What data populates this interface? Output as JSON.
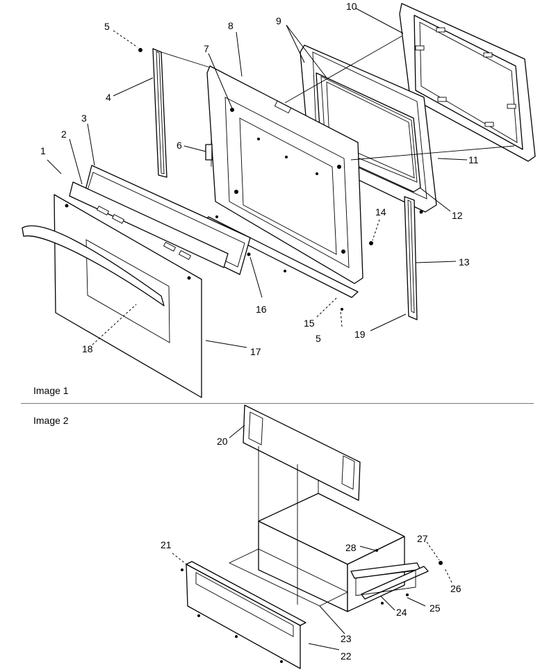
{
  "image1": {
    "caption": "Image 1",
    "callouts": {
      "c1": "1",
      "c2": "2",
      "c3": "3",
      "c4": "4",
      "c5a": "5",
      "c5b": "5",
      "c6": "6",
      "c7": "7",
      "c8": "8",
      "c9": "9",
      "c10": "10",
      "c11": "11",
      "c12": "12",
      "c13": "13",
      "c14": "14",
      "c15": "15",
      "c16": "16",
      "c17": "17",
      "c18": "18",
      "c19": "19"
    }
  },
  "image2": {
    "caption": "Image 2",
    "callouts": {
      "c20": "20",
      "c21": "21",
      "c22": "22",
      "c23": "23",
      "c24": "24",
      "c25": "25",
      "c26": "26",
      "c27": "27",
      "c28": "28"
    }
  }
}
